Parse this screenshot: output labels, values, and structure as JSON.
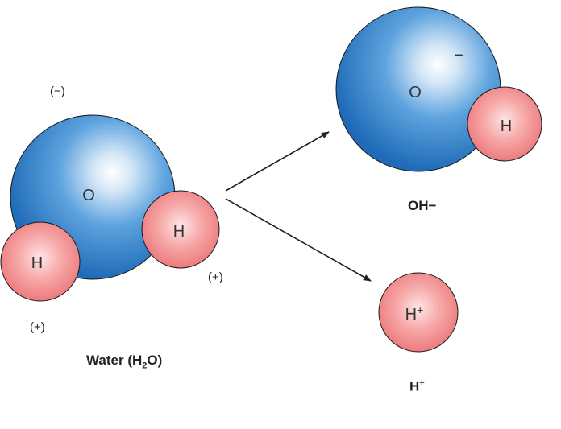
{
  "water": {
    "oxygen_label": "O",
    "hydrogen_right_label": "H",
    "hydrogen_left_label": "H",
    "charge_top": "(−)",
    "charge_right": "(+)",
    "charge_bottom": "(+)",
    "caption_prefix": "Water (H",
    "caption_sub": "2",
    "caption_suffix": "O)"
  },
  "hydroxide": {
    "oxygen_label": "O",
    "minus_sign": "−",
    "hydrogen_label": "H",
    "caption": "OH−"
  },
  "proton": {
    "label_base": "H",
    "label_sup": "+",
    "caption_base": "H",
    "caption_sup": "+"
  },
  "colors": {
    "oxygen": "#2f7fc8",
    "hydrogen": "#f2898b",
    "arrow": "#222222"
  }
}
